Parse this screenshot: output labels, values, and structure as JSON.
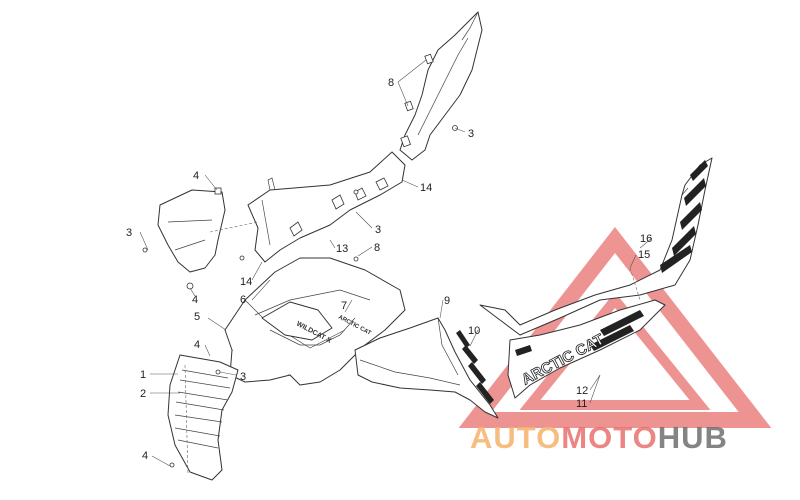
{
  "diagram": {
    "callouts": [
      {
        "id": "c8a",
        "text": "8"
      },
      {
        "id": "c3a",
        "text": "3"
      },
      {
        "id": "c4a",
        "text": "4"
      },
      {
        "id": "c14a",
        "text": "14"
      },
      {
        "id": "c3b",
        "text": "3"
      },
      {
        "id": "c3c",
        "text": "3"
      },
      {
        "id": "c13",
        "text": "13"
      },
      {
        "id": "c8b",
        "text": "8"
      },
      {
        "id": "c14b",
        "text": "14"
      },
      {
        "id": "c4b",
        "text": "4"
      },
      {
        "id": "c6",
        "text": "6"
      },
      {
        "id": "c7",
        "text": "7"
      },
      {
        "id": "c9",
        "text": "9"
      },
      {
        "id": "c5",
        "text": "5"
      },
      {
        "id": "c10",
        "text": "10"
      },
      {
        "id": "c16",
        "text": "16"
      },
      {
        "id": "c15",
        "text": "15"
      },
      {
        "id": "c4c",
        "text": "4"
      },
      {
        "id": "c3d",
        "text": "3"
      },
      {
        "id": "c1",
        "text": "1"
      },
      {
        "id": "c2",
        "text": "2"
      },
      {
        "id": "c12",
        "text": "12"
      },
      {
        "id": "c11",
        "text": "11"
      },
      {
        "id": "c4d",
        "text": "4"
      }
    ],
    "decals": {
      "hood_brand": "ARCTIC CAT",
      "hood_model": "WILDCAT X",
      "side_brand": "ARCTIC CAT"
    }
  },
  "watermark": {
    "part1": "AUTO",
    "part2": "MOTO",
    "part3": "HUB",
    "colors": {
      "auto": "#f6b26b",
      "moto": "#e8716f",
      "hub": "#6f6f6f",
      "triangle": "#e8716f"
    }
  }
}
